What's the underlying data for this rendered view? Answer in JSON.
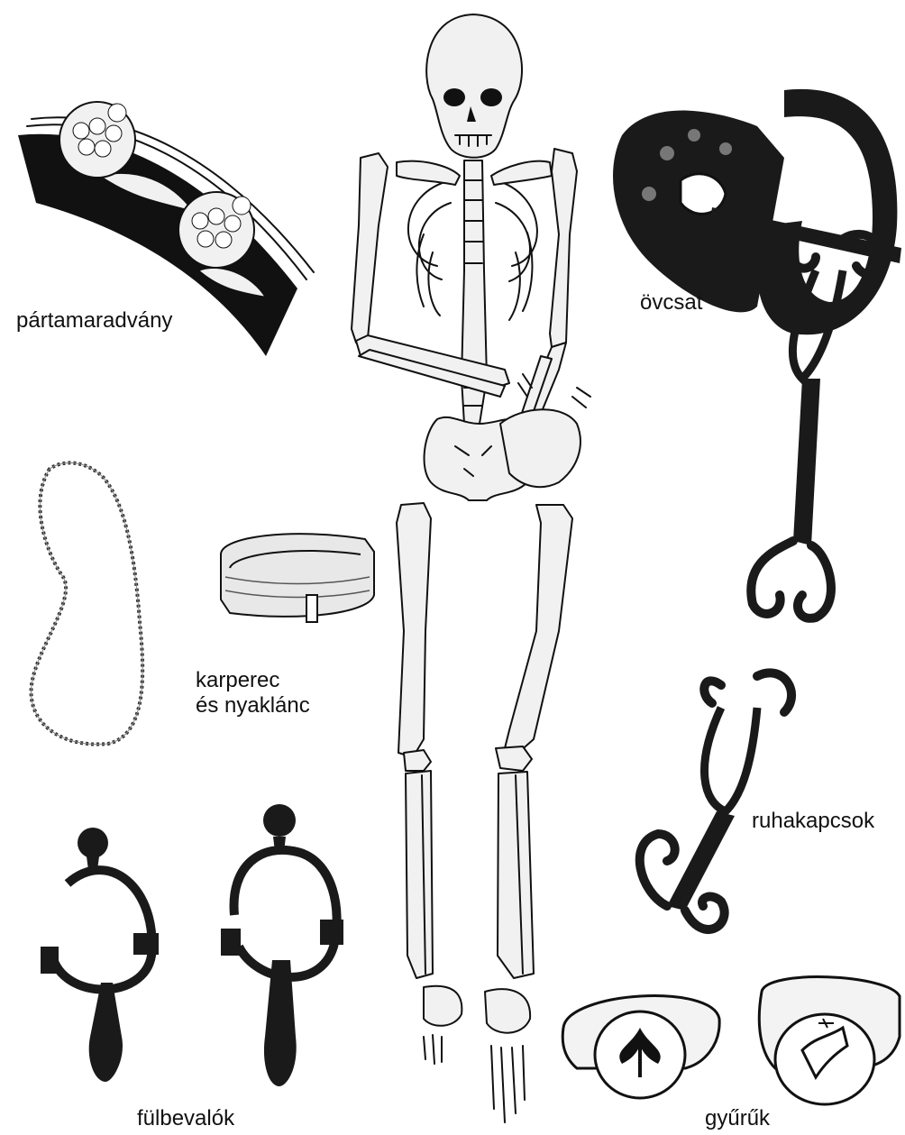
{
  "labels": {
    "headdress": "pártamaradvány",
    "belt_buckle": "övcsat",
    "bracelet_necklace_line1": "karperec",
    "bracelet_necklace_line2": "és nyaklánc",
    "clasps": "ruhakapcsok",
    "earrings": "fülbevalók",
    "rings": "gyűrűk"
  }
}
